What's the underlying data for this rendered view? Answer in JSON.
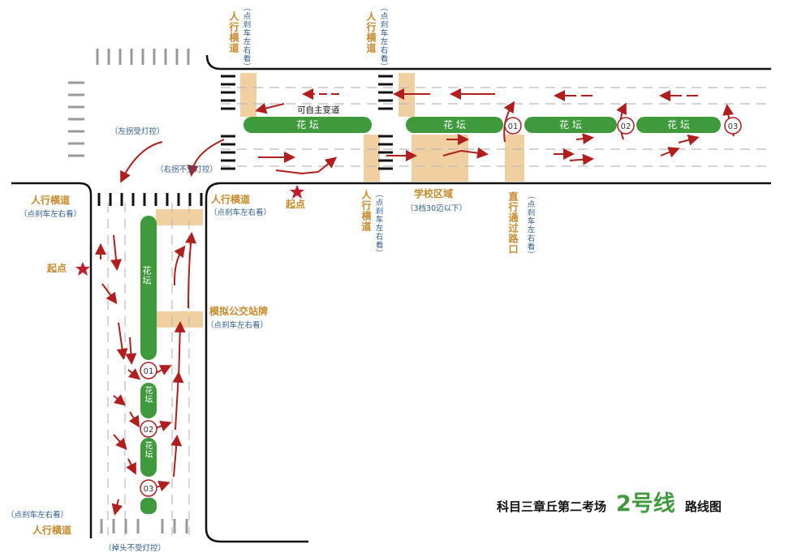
{
  "title": {
    "main": "科目三章丘第二考场",
    "route": "2号线",
    "suffix": "路线图"
  },
  "labels": {
    "crosswalk": "人行横道",
    "brake_look": "（点刹车左右看）",
    "brake_look_plain": "（点刹车左右看）",
    "start": "起点",
    "self_lane_change": "可自主变道",
    "left_turn_light": "（左拐受灯控）",
    "right_turn_no_light": "（右拐不受灯控）",
    "school_zone": "学校区域",
    "school_speed": "（3档30迈以下）",
    "straight_through": "直行通过路口",
    "bus_stop": "模拟公交站牌",
    "u_turn_no_light": "（掉头不受灯控）"
  },
  "islands": {
    "flower_bed": "花 坛",
    "flower_bed_vert": "花坛"
  },
  "markers": [
    "01",
    "02",
    "03"
  ],
  "colors": {
    "road": "#111111",
    "island": "#3f9a3c",
    "crossing": "#f0cfa0",
    "arrow": "#b01e1e",
    "star": "#c01e2e",
    "label_orange": "#c8892a",
    "label_blue": "#2c5b8f"
  }
}
